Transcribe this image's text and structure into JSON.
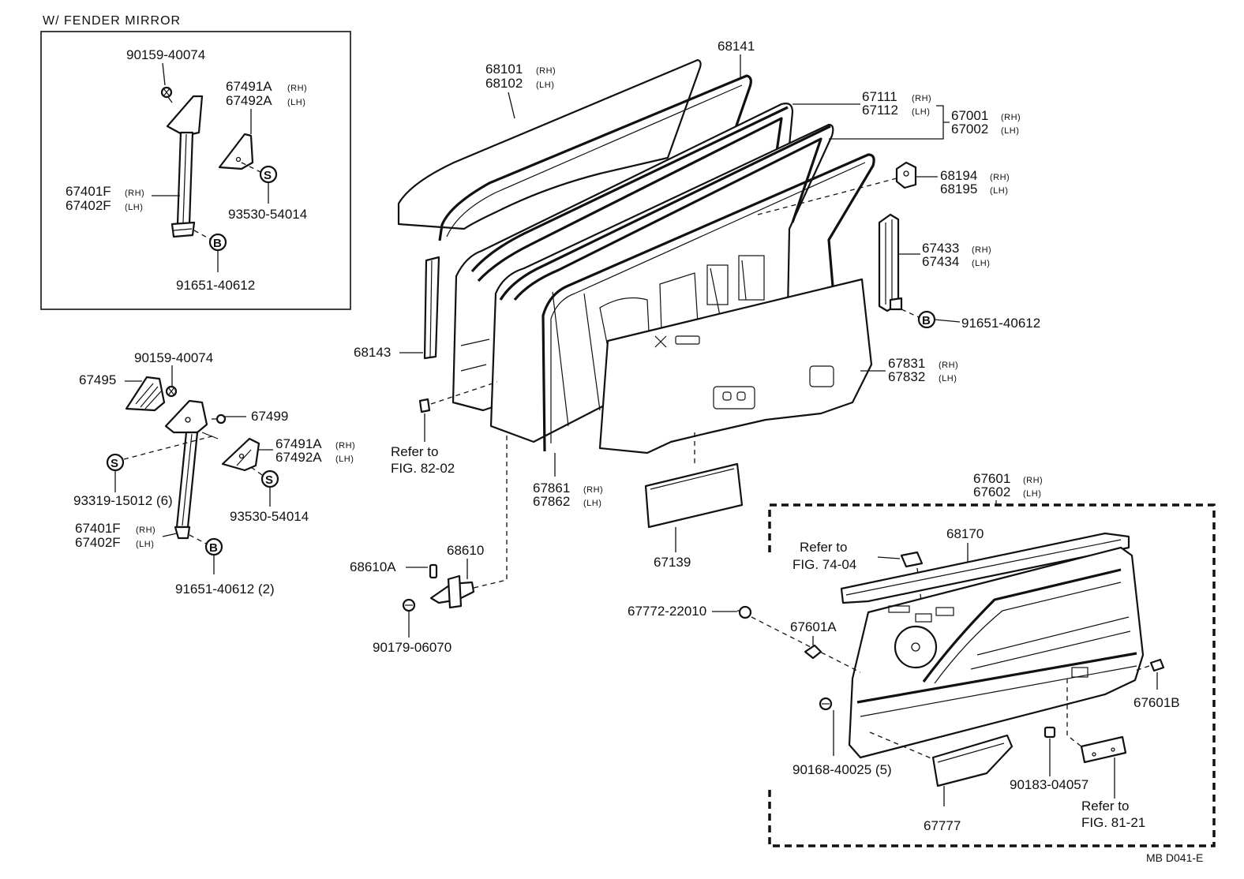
{
  "inset": {
    "title": "W/ FENDER MIRROR",
    "screw_top": "90159-40074",
    "cover_rh": "67491A",
    "cover_rh_side": "(RH)",
    "cover_lh": "67492A",
    "cover_lh_side": "(LH)",
    "channel_rh": "67401F",
    "channel_rh_side": "(RH)",
    "channel_lh": "67402F",
    "channel_lh_side": "(LH)",
    "screw_s": "93530-54014",
    "bolt_b": "91651-40612",
    "s_symbol": "S",
    "b_symbol": "B"
  },
  "left_assembly": {
    "screw_top": "90159-40074",
    "mirror_base": "67495",
    "clip": "67499",
    "cover_rh": "67491A",
    "cover_rh_side": "(RH)",
    "cover_lh": "67492A",
    "cover_lh_side": "(LH)",
    "screw_s_left": "93319-15012 (6)",
    "screw_s_right": "93530-54014",
    "channel_rh": "67401F",
    "channel_rh_side": "(RH)",
    "channel_lh": "67402F",
    "channel_lh_side": "(LH)",
    "bolt_b": "91651-40612 (2)",
    "s_symbol": "S",
    "b_symbol": "B"
  },
  "door": {
    "glass_rh": "68101",
    "glass_rh_side": "(RH)",
    "glass_lh": "68102",
    "glass_lh_side": "(LH)",
    "run": "68141",
    "panel_a_rh": "67111",
    "panel_a_rh_side": "(RH)",
    "panel_a_lh": "67112",
    "panel_a_lh_side": "(LH)",
    "panel_b_rh": "67001",
    "panel_b_rh_side": "(RH)",
    "panel_b_lh": "67002",
    "panel_b_lh_side": "(LH)",
    "stop_rh": "68194",
    "stop_rh_side": "(RH)",
    "stop_lh": "68195",
    "stop_lh_side": "(LH)",
    "rear_run_rh": "67433",
    "rear_run_rh_side": "(RH)",
    "rear_run_lh": "67434",
    "rear_run_lh_side": "(LH)",
    "bolt_b": "91651-40612",
    "b_symbol": "B",
    "sheet_rh": "67831",
    "sheet_rh_side": "(RH)",
    "sheet_lh": "67832",
    "sheet_lh_side": "(LH)",
    "front_run": "68143",
    "ref_fig_line1": "Refer to",
    "ref_fig_line2": "FIG. 82-02",
    "weather_rh": "67861",
    "weather_rh_side": "(RH)",
    "weather_lh": "67862",
    "weather_lh_side": "(LH)",
    "service_hole_cover": "67139",
    "check_a": "68610A",
    "check": "68610",
    "check_bolt": "90179-06070"
  },
  "trim": {
    "board_rh": "67601",
    "board_rh_side": "(RH)",
    "board_lh": "67602",
    "board_lh_side": "(LH)",
    "ref_line1": "Refer to",
    "ref_line2": "FIG. 74-04",
    "weatherstrip": "68170",
    "clip_screw": "67772-22010",
    "clip_a": "67601A",
    "clip_b": "67601B",
    "screw_5": "90168-40025 (5)",
    "pocket": "67777",
    "nut": "90183-04057",
    "ref2_line1": "Refer to",
    "ref2_line2": "FIG. 81-21"
  },
  "footer": {
    "code": "MB  D041-E"
  }
}
